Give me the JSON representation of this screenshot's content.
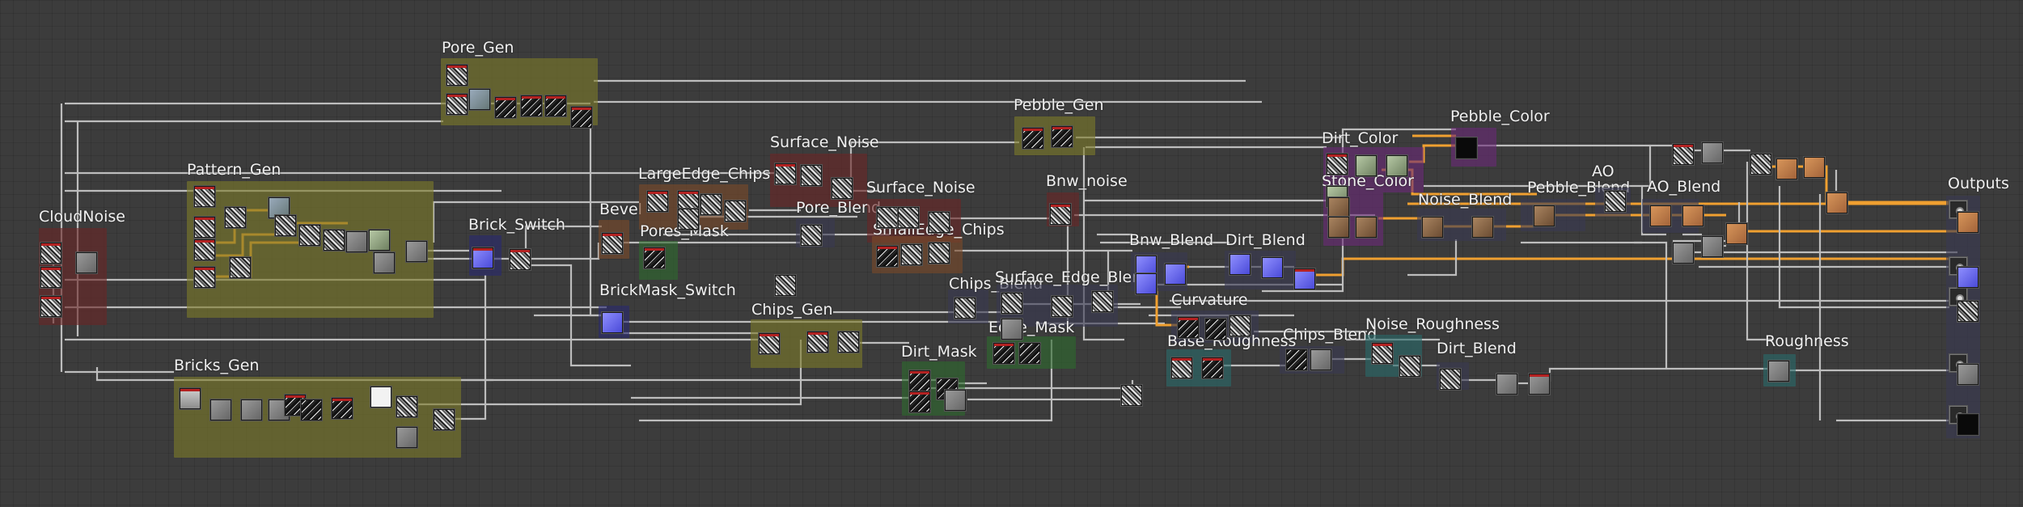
{
  "title": "Substance graph view",
  "colors": {
    "olive": "#7d7a2a",
    "maroon": "#6a2626",
    "green": "#2e6a2e",
    "navy": "#2a2a70",
    "purple": "#6a2a78",
    "teal": "#2a6a6a",
    "brown": "#7a4a2a",
    "slate": "#3a3a52",
    "wire": "#bdbdbd",
    "wire_orange": "#f0a030"
  },
  "frames": [
    {
      "id": "pore-gen",
      "label": "Pore_Gen",
      "color": "olive"
    },
    {
      "id": "pattern-gen",
      "label": "Pattern_Gen",
      "color": "olive"
    },
    {
      "id": "cloudnoise",
      "label": "CloudNoise",
      "color": "maroon"
    },
    {
      "id": "bricks-gen",
      "label": "Bricks_Gen",
      "color": "olive"
    },
    {
      "id": "brick-switch",
      "label": "Brick_Switch",
      "color": "navy"
    },
    {
      "id": "bevel",
      "label": "Bevel",
      "color": "brown"
    },
    {
      "id": "largeedge-chips",
      "label": "LargeEdge_Chips",
      "color": "brown"
    },
    {
      "id": "pores-mask",
      "label": "Pores_Mask",
      "color": "green"
    },
    {
      "id": "brickmask-switch",
      "label": "BrickMask_Switch",
      "color": "navy"
    },
    {
      "id": "surface-noise-1",
      "label": "Surface_Noise",
      "color": "maroon"
    },
    {
      "id": "pore-blend",
      "label": "Pore_Blend",
      "color": "slate"
    },
    {
      "id": "surface-noise-2",
      "label": "Surface_Noise",
      "color": "maroon"
    },
    {
      "id": "smalledge-chips",
      "label": "SmallEdge_Chips",
      "color": "brown"
    },
    {
      "id": "chips-gen",
      "label": "Chips_Gen",
      "color": "olive"
    },
    {
      "id": "dirt-mask",
      "label": "Dirt_Mask",
      "color": "green"
    },
    {
      "id": "chips-blend-1",
      "label": "Chips_Blend",
      "color": "slate"
    },
    {
      "id": "surface-edge-blend",
      "label": "Surface_Edge_Blend",
      "color": "slate"
    },
    {
      "id": "edge-mask",
      "label": "Edge_Mask",
      "color": "green"
    },
    {
      "id": "pebble-gen",
      "label": "Pebble_Gen",
      "color": "olive"
    },
    {
      "id": "bnw-noise",
      "label": "Bnw_noise",
      "color": "maroon"
    },
    {
      "id": "bnw-blend",
      "label": "Bnw_Blend",
      "color": "slate"
    },
    {
      "id": "dirt-blend-1",
      "label": "Dirt_Blend",
      "color": "slate"
    },
    {
      "id": "curvature",
      "label": "Curvature",
      "color": "slate"
    },
    {
      "id": "base-roughness",
      "label": "Base_Roughness",
      "color": "teal"
    },
    {
      "id": "chips-blend-2",
      "label": "Chips_Blend",
      "color": "slate"
    },
    {
      "id": "noise-roughness",
      "label": "Noise_Roughness",
      "color": "teal"
    },
    {
      "id": "dirt-blend-2",
      "label": "Dirt_Blend",
      "color": "slate"
    },
    {
      "id": "dirt-color",
      "label": "Dirt_Color",
      "color": "purple"
    },
    {
      "id": "stone-color",
      "label": "Stone_Color",
      "color": "purple"
    },
    {
      "id": "noise-blend",
      "label": "Noise_Blend",
      "color": "slate"
    },
    {
      "id": "pebble-color",
      "label": "Pebble_Color",
      "color": "purple"
    },
    {
      "id": "pebble-blend",
      "label": "Pebble_Blend",
      "color": "slate"
    },
    {
      "id": "ao",
      "label": "AO",
      "color": "slate"
    },
    {
      "id": "ao-blend",
      "label": "AO_Blend",
      "color": "slate"
    },
    {
      "id": "roughness",
      "label": "Roughness",
      "color": "teal"
    },
    {
      "id": "outputs",
      "label": "Outputs",
      "color": "slate"
    }
  ],
  "outputs": [
    "basecolor-output",
    "normal-output",
    "ao-output",
    "roughness-output",
    "height-output"
  ]
}
